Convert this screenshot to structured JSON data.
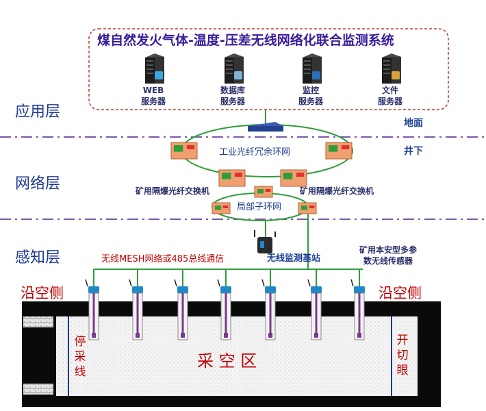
{
  "title": "煤自然发火气体-温度-压差无线网络化联合监测系统",
  "layers": {
    "application": "应用层",
    "network": "网络层",
    "perception": "感知层"
  },
  "servers": [
    {
      "line1": "WEB",
      "line2": "服务器",
      "icon": "web-server-icon"
    },
    {
      "line1": "数据库",
      "line2": "服务器",
      "icon": "database-server-icon"
    },
    {
      "line1": "监控",
      "line2": "服务器",
      "icon": "monitor-server-icon"
    },
    {
      "line1": "文件",
      "line2": "服务器",
      "icon": "file-server-icon"
    }
  ],
  "surface": "地面",
  "underground": "井下",
  "ring_main": "工业光纤冗余环网",
  "ring_local": "局部子环网",
  "switch_left": "矿用隔爆光纤交换机",
  "switch_right": "矿用隔爆光纤交换机",
  "wireless_label": "无线MESH网络或485总线通信",
  "base_station": "无线监测基站",
  "sensor_label_line1": "矿用本安型多参",
  "sensor_label_line2": "数无线传感器",
  "side_left": "沿空侧",
  "side_right": "沿空侧",
  "stop_line": "停采线",
  "open_cut": "开切眼",
  "goaf": "采 空 区",
  "colors": {
    "title_border": "#c0392b",
    "layer_text": "#1f3a93",
    "divider": "#7a5aa8",
    "ring": "#2e9e3a",
    "switch_fill": "#f0a070",
    "warning": "#c00000"
  }
}
